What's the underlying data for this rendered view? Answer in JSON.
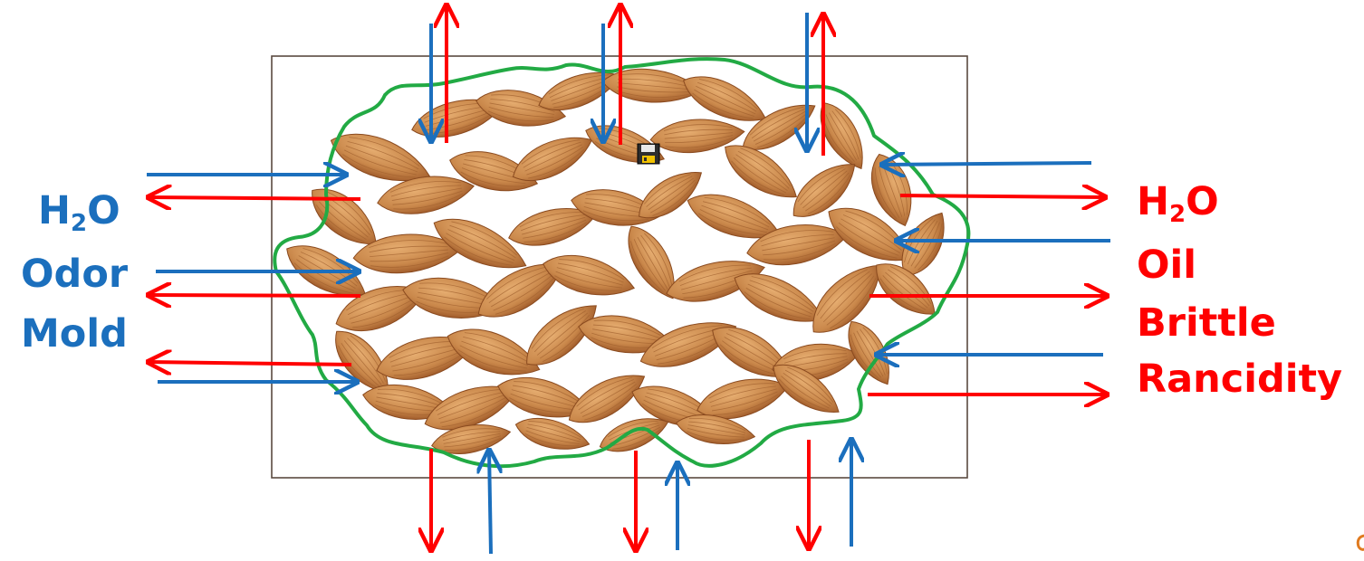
{
  "labels": {
    "left": [
      {
        "name": "h2o-in",
        "base": "H",
        "sub": "2",
        "tail": "O"
      },
      {
        "name": "odor-in",
        "text": "Odor"
      },
      {
        "name": "mold-in",
        "text": "Mold"
      }
    ],
    "right": [
      {
        "name": "h2o-out",
        "base": "H",
        "sub": "2",
        "tail": "O"
      },
      {
        "name": "oil-out",
        "text": "Oil"
      },
      {
        "name": "brittle-out",
        "text": "Brittle"
      },
      {
        "name": "rancidity-out",
        "text": "Rancidity"
      }
    ]
  },
  "colors": {
    "inward": "#1b6fbd",
    "outward": "#ff0000",
    "boundary": "#22aa44",
    "box": "#5a4a40",
    "almond_light": "#d99a5c",
    "almond_dark": "#a85f2c"
  },
  "icons": [
    "save-icon",
    "corner-logo-icon"
  ]
}
